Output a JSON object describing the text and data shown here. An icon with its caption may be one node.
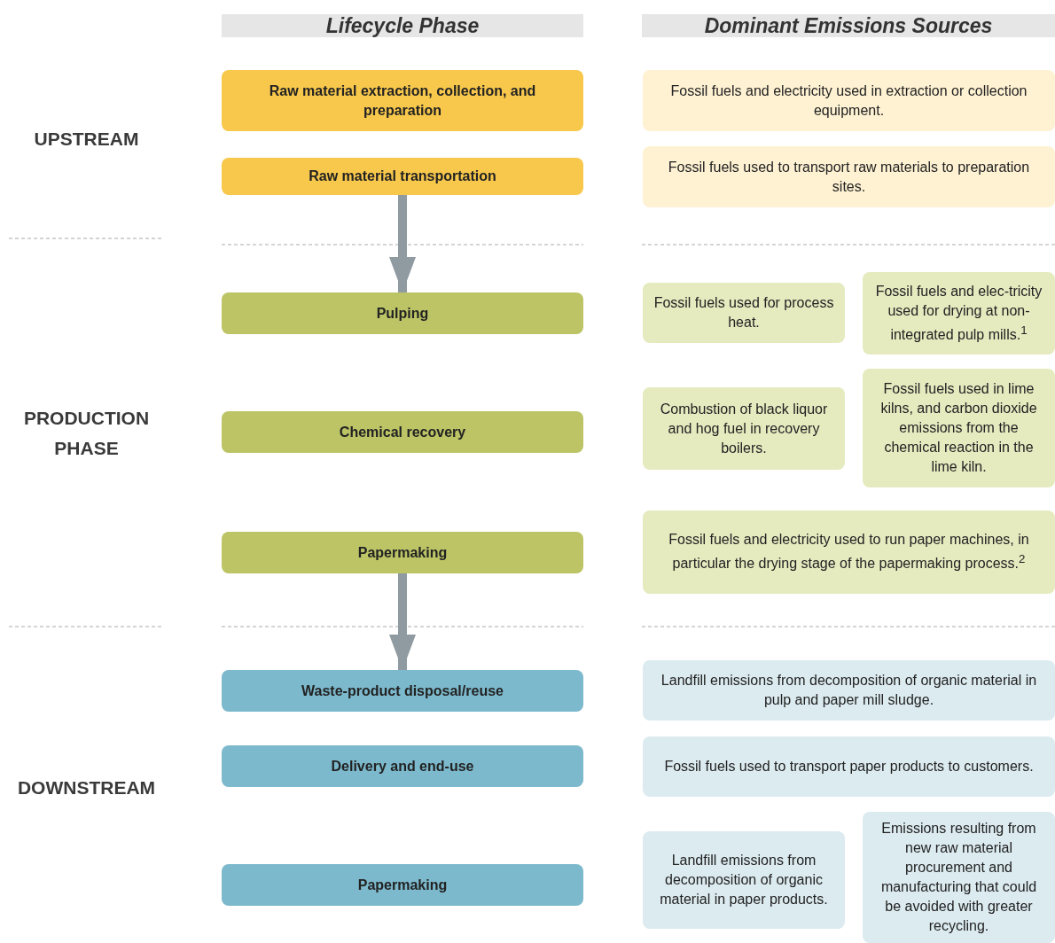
{
  "diagram": {
    "nodes": [
      {
        "text": [
          "Lifecycle Phase"
        ]
      },
      {
        "text": [
          "Dominant Emissions Sources"
        ]
      },
      {
        "text": [
          "Raw material extraction, collection, and preparation"
        ]
      },
      {
        "text": [
          "Fossil fuels and electricity used in extraction or collection equipment."
        ]
      },
      {
        "text": [
          "Raw material transportation"
        ]
      },
      {
        "text": [
          "Fossil fuels used to transport raw materials to preparation sites."
        ]
      },
      {
        "text": [
          "Pulping"
        ]
      },
      {
        "text": [
          "Fossil fuels used for process heat."
        ]
      },
      {
        "text": [
          "Fossil fuels and elec-tricity used for drying at non-integrated pulp mills.$^{1}$"
        ]
      },
      {
        "text": [
          "Chemical recovery"
        ]
      },
      {
        "text": [
          "Combustion of black liquor and hog fuel in recovery boilers."
        ]
      },
      {
        "text": [
          "Fossil fuels used in lime kilns, and carbon dioxide emissions from the chemical reaction in the lime kiln."
        ]
      },
      {
        "text": [
          "Papermaking"
        ]
      },
      {
        "text": [
          "Fossil fuels and electricity used to run paper machines, in particular the drying stage of the papermaking process.$^{2}$"
        ]
      },
      {
        "text": [
          "Waste-product disposal/reuse"
        ]
      },
      {
        "text": [
          "Landfill emissions from decomposition of organic material in pulp and paper mill sludge."
        ]
      },
      {
        "text": [
          "Delivery and end-use"
        ]
      },
      {
        "text": [
          "Fossil fuels used to transport paper products to customers."
        ]
      },
      {
        "text": [
          "Papermaking"
        ]
      },
      {
        "text": [
          "Landfill emissions from decomposition of organic material in paper products."
        ]
      },
      {
        "text": [
          "Emissions resulting from new raw material procurement and manufacturing that could be avoided with greater recycling."
        ]
      }
    ],
    "edges": [
      {
        "from": 4,
        "to": 6,
        "arrow": "to"
      },
      {
        "from": 12,
        "to": 14,
        "arrow": "to"
      }
    ],
    "labels": [
      "UPSTREAM",
      "PRODUCTION PHASE",
      "DOWNSTREAM"
    ]
  }
}
